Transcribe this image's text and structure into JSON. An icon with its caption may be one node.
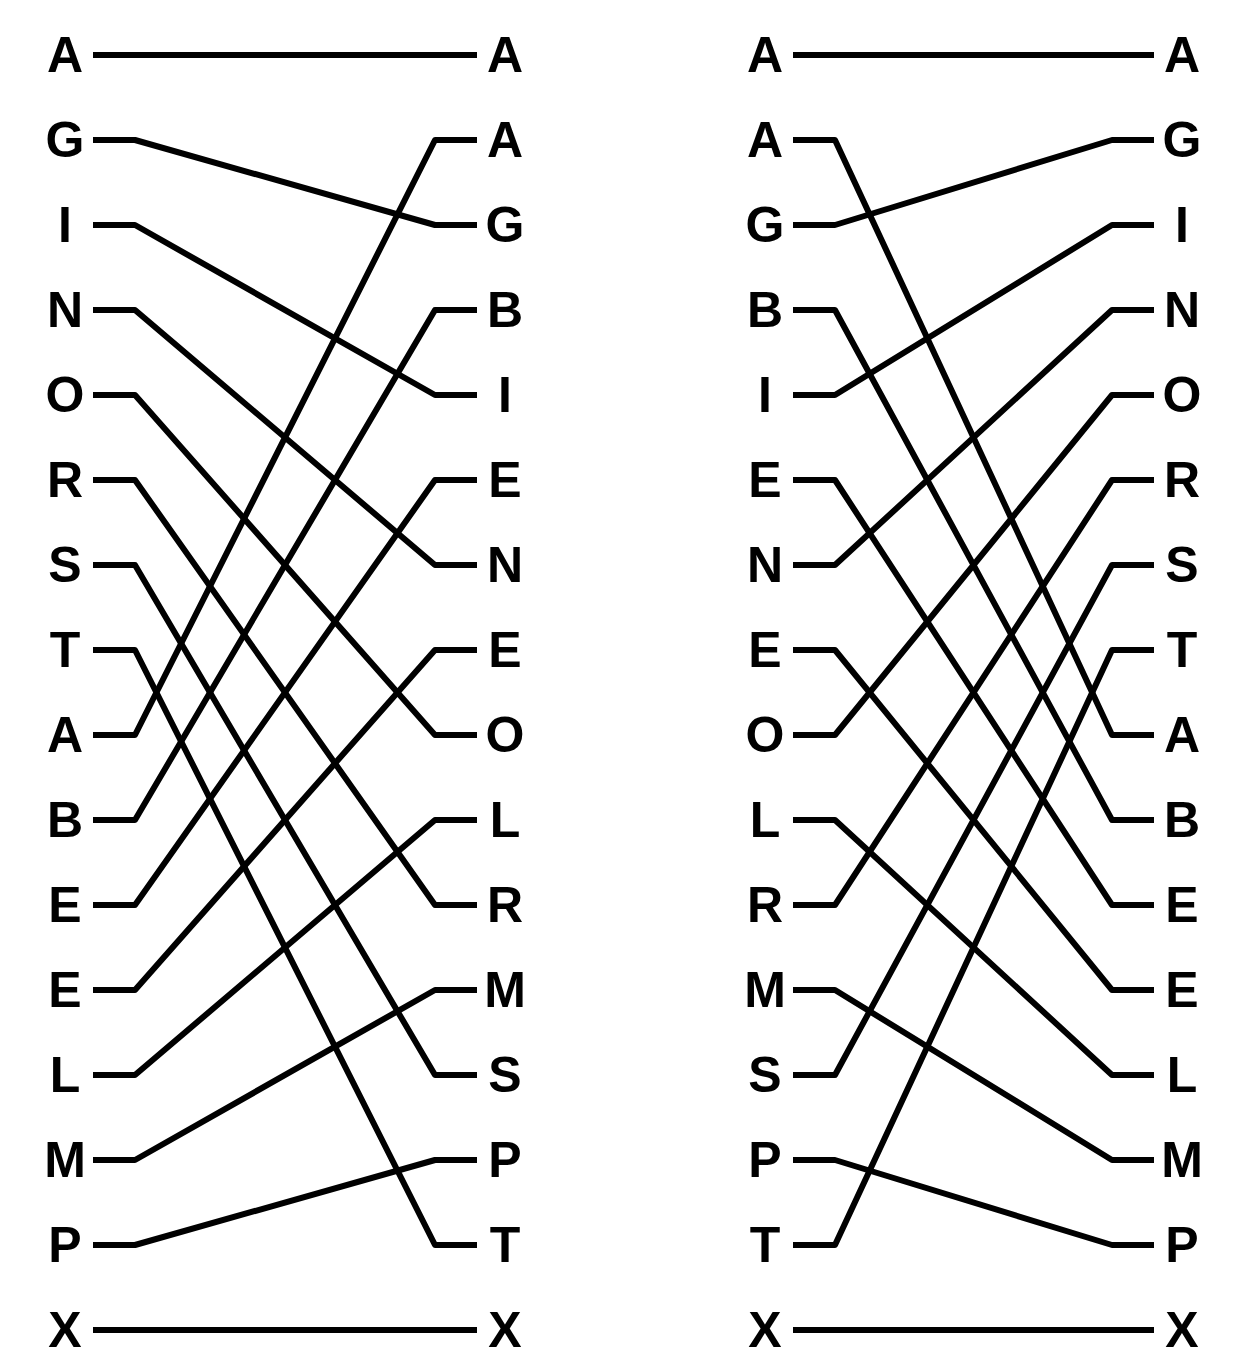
{
  "diagram": {
    "nodes": [
      {
        "text": [
          "A"
        ]
      },
      {
        "text": [
          "G"
        ]
      },
      {
        "text": [
          "I"
        ]
      },
      {
        "text": [
          "N"
        ]
      },
      {
        "text": [
          "O"
        ]
      },
      {
        "text": [
          "R"
        ]
      },
      {
        "text": [
          "S"
        ]
      },
      {
        "text": [
          "T"
        ]
      },
      {
        "text": [
          "A"
        ]
      },
      {
        "text": [
          "B"
        ]
      },
      {
        "text": [
          "E"
        ]
      },
      {
        "text": [
          "E"
        ]
      },
      {
        "text": [
          "L"
        ]
      },
      {
        "text": [
          "M"
        ]
      },
      {
        "text": [
          "P"
        ]
      },
      {
        "text": [
          "X"
        ]
      },
      {
        "text": [
          "A"
        ]
      },
      {
        "text": [
          "A"
        ]
      },
      {
        "text": [
          "G"
        ]
      },
      {
        "text": [
          "B"
        ]
      },
      {
        "text": [
          "I"
        ]
      },
      {
        "text": [
          "E"
        ]
      },
      {
        "text": [
          "N"
        ]
      },
      {
        "text": [
          "E"
        ]
      },
      {
        "text": [
          "O"
        ]
      },
      {
        "text": [
          "L"
        ]
      },
      {
        "text": [
          "R"
        ]
      },
      {
        "text": [
          "M"
        ]
      },
      {
        "text": [
          "S"
        ]
      },
      {
        "text": [
          "P"
        ]
      },
      {
        "text": [
          "T"
        ]
      },
      {
        "text": [
          "X"
        ]
      },
      {
        "text": [
          "A"
        ]
      },
      {
        "text": [
          "A"
        ]
      },
      {
        "text": [
          "G"
        ]
      },
      {
        "text": [
          "B"
        ]
      },
      {
        "text": [
          "I"
        ]
      },
      {
        "text": [
          "E"
        ]
      },
      {
        "text": [
          "N"
        ]
      },
      {
        "text": [
          "E"
        ]
      },
      {
        "text": [
          "O"
        ]
      },
      {
        "text": [
          "L"
        ]
      },
      {
        "text": [
          "R"
        ]
      },
      {
        "text": [
          "M"
        ]
      },
      {
        "text": [
          "S"
        ]
      },
      {
        "text": [
          "P"
        ]
      },
      {
        "text": [
          "T"
        ]
      },
      {
        "text": [
          "X"
        ]
      },
      {
        "text": [
          "A"
        ]
      },
      {
        "text": [
          "G"
        ]
      },
      {
        "text": [
          "I"
        ]
      },
      {
        "text": [
          "N"
        ]
      },
      {
        "text": [
          "O"
        ]
      },
      {
        "text": [
          "R"
        ]
      },
      {
        "text": [
          "S"
        ]
      },
      {
        "text": [
          "T"
        ]
      },
      {
        "text": [
          "A"
        ]
      },
      {
        "text": [
          "B"
        ]
      },
      {
        "text": [
          "E"
        ]
      },
      {
        "text": [
          "E"
        ]
      },
      {
        "text": [
          "L"
        ]
      },
      {
        "text": [
          "M"
        ]
      },
      {
        "text": [
          "P"
        ]
      },
      {
        "text": [
          "X"
        ]
      }
    ],
    "edges": [
      {
        "from": 0,
        "to": 16,
        "arrow": "none"
      },
      {
        "from": 1,
        "to": 18,
        "arrow": "none"
      },
      {
        "from": 2,
        "to": 20,
        "arrow": "none"
      },
      {
        "from": 3,
        "to": 22,
        "arrow": "none"
      },
      {
        "from": 4,
        "to": 24,
        "arrow": "none"
      },
      {
        "from": 5,
        "to": 26,
        "arrow": "none"
      },
      {
        "from": 6,
        "to": 28,
        "arrow": "none"
      },
      {
        "from": 7,
        "to": 30,
        "arrow": "none"
      },
      {
        "from": 8,
        "to": 17,
        "arrow": "none"
      },
      {
        "from": 9,
        "to": 19,
        "arrow": "none"
      },
      {
        "from": 10,
        "to": 21,
        "arrow": "none"
      },
      {
        "from": 11,
        "to": 23,
        "arrow": "none"
      },
      {
        "from": 12,
        "to": 25,
        "arrow": "none"
      },
      {
        "from": 13,
        "to": 27,
        "arrow": "none"
      },
      {
        "from": 14,
        "to": 29,
        "arrow": "none"
      },
      {
        "from": 15,
        "to": 31,
        "arrow": "none"
      },
      {
        "from": 32,
        "to": 48,
        "arrow": "none"
      },
      {
        "from": 33,
        "to": 56,
        "arrow": "none"
      },
      {
        "from": 34,
        "to": 49,
        "arrow": "none"
      },
      {
        "from": 35,
        "to": 57,
        "arrow": "none"
      },
      {
        "from": 36,
        "to": 50,
        "arrow": "none"
      },
      {
        "from": 37,
        "to": 58,
        "arrow": "none"
      },
      {
        "from": 38,
        "to": 51,
        "arrow": "none"
      },
      {
        "from": 39,
        "to": 59,
        "arrow": "none"
      },
      {
        "from": 40,
        "to": 52,
        "arrow": "none"
      },
      {
        "from": 41,
        "to": 60,
        "arrow": "none"
      },
      {
        "from": 42,
        "to": 53,
        "arrow": "none"
      },
      {
        "from": 43,
        "to": 61,
        "arrow": "none"
      },
      {
        "from": 44,
        "to": 54,
        "arrow": "none"
      },
      {
        "from": 45,
        "to": 62,
        "arrow": "none"
      },
      {
        "from": 46,
        "to": 55,
        "arrow": "none"
      },
      {
        "from": 47,
        "to": 63,
        "arrow": "none"
      }
    ]
  }
}
